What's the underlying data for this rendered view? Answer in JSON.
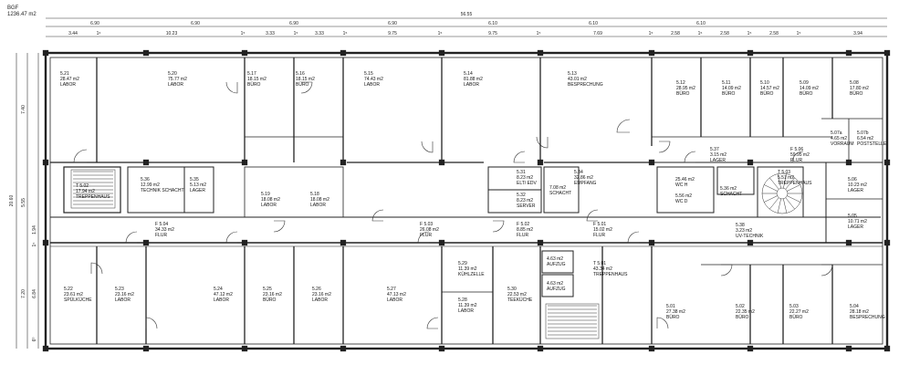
{
  "header": {
    "code": "BGF",
    "area": "1236.47 m2"
  },
  "dimensions": {
    "overall_width": "56.55",
    "top_row": [
      "6.90",
      "6.90",
      "6.90",
      "6.90",
      "6.10",
      "6.10",
      "6.10"
    ],
    "second_row": [
      "3.44",
      "1⁶",
      "10.23",
      "1⁵",
      "3.33",
      "1⁵",
      "3.33",
      "1⁵",
      "9.75",
      "1⁵",
      "9.75",
      "1⁵",
      "7.69",
      "1⁵",
      "2.58",
      "1⁵",
      "2.58",
      "1⁵",
      "2.58",
      "1⁵",
      "3.94"
    ],
    "left_overall": "20.60",
    "left_segments": [
      "7.40",
      "5.55",
      "7.20"
    ],
    "left_sub": [
      "1.94",
      "1⁵",
      "6.84",
      "6⁰"
    ]
  },
  "rooms": [
    {
      "id": "5.21",
      "area": "28.47 m2",
      "use": "LABOR"
    },
    {
      "id": "5.20",
      "area": "75.77 m2",
      "use": "LABOR"
    },
    {
      "id": "5.17",
      "area": "18.15 m2",
      "use": "BÜRO"
    },
    {
      "id": "5.16",
      "area": "18.15 m2",
      "use": "BÜRO"
    },
    {
      "id": "5.15",
      "area": "74.43 m2",
      "use": "LABOR"
    },
    {
      "id": "5.14",
      "area": "81.88 m2",
      "use": "LABOR"
    },
    {
      "id": "5.13",
      "area": "43.01 m2",
      "use": "BESPRECHUNG"
    },
    {
      "id": "5.12",
      "area": "28.95 m2",
      "use": "BÜRO"
    },
    {
      "id": "5.11",
      "area": "14.09 m2",
      "use": "BÜRO"
    },
    {
      "id": "5.10",
      "area": "14.57 m2",
      "use": "BÜRO"
    },
    {
      "id": "5.09",
      "area": "14.09 m2",
      "use": "BÜRO"
    },
    {
      "id": "5.08",
      "area": "17.80 m2",
      "use": "BÜRO"
    },
    {
      "id": "5.07a",
      "area": "4.65 m2",
      "use": "VORRAUM"
    },
    {
      "id": "5.07b",
      "area": "6.54 m2",
      "use": "POSTSTELLE"
    },
    {
      "id": "5.37",
      "area": "3.15 m2",
      "use": "LAGER"
    },
    {
      "id": "F 5.06",
      "area": "59.95 m2",
      "use": "FLUR"
    },
    {
      "id": "5.36",
      "area": "12.99 m2",
      "use": "TECHNIK SCHACHT"
    },
    {
      "id": "5.35",
      "area": "5.13 m2",
      "use": "LAGER"
    },
    {
      "id": "T 5.02",
      "area": "17.94 m2",
      "use": "TREPPENHAUS"
    },
    {
      "id": "5.19",
      "area": "18.08 m2",
      "use": "LABOR"
    },
    {
      "id": "5.18",
      "area": "18.08 m2",
      "use": "LABOR"
    },
    {
      "id": "5.31",
      "area": "8.23 m2",
      "use": "ELT/ EDV"
    },
    {
      "id": "5.32",
      "area": "8.23 m2",
      "use": "SERVER"
    },
    {
      "id": "",
      "area": "7.08 m2",
      "use": "SCHACHT"
    },
    {
      "id": "5.34",
      "area": "32.86 m2",
      "use": "EMPFANG"
    },
    {
      "id": "",
      "area": "25.46 m2",
      "use": "WC H"
    },
    {
      "id": "",
      "area": "5.56 m2",
      "use": "WC D"
    },
    {
      "id": "",
      "area": "5.36 m2",
      "use": "SCHACHT"
    },
    {
      "id": "T 5.03",
      "area": "5.51 m2",
      "use": "TREPPENHAUS"
    },
    {
      "id": "5.06",
      "area": "10.23 m2",
      "use": "LAGER"
    },
    {
      "id": "5.05",
      "area": "10.71 m2",
      "use": "LAGER"
    },
    {
      "id": "5.38",
      "area": "3.23 m2",
      "use": "UV-TECHNIK"
    },
    {
      "id": "F 5.04",
      "area": "34.33 m2",
      "use": "FLUR"
    },
    {
      "id": "F 5.03",
      "area": "26.08 m2",
      "use": "FLUR"
    },
    {
      "id": "F 5.02",
      "area": "8.85 m2",
      "use": "FLUR"
    },
    {
      "id": "F 5.01",
      "area": "15.02 m2",
      "use": "FLUR"
    },
    {
      "id": "5.22",
      "area": "23.61 m2",
      "use": "SPÜLKÜCHE"
    },
    {
      "id": "5.23",
      "area": "23.16 m2",
      "use": "LABOR"
    },
    {
      "id": "5.24",
      "area": "47.12 m2",
      "use": "LABOR"
    },
    {
      "id": "5.25",
      "area": "23.16 m2",
      "use": "BÜRO"
    },
    {
      "id": "5.26",
      "area": "23.16 m2",
      "use": "LABOR"
    },
    {
      "id": "5.27",
      "area": "47.13 m2",
      "use": "LABOR"
    },
    {
      "id": "5.29",
      "area": "11.39 m2",
      "use": "KÜHLZELLE"
    },
    {
      "id": "5.28",
      "area": "11.39 m2",
      "use": "LABOR"
    },
    {
      "id": "5.30",
      "area": "22.53 m2",
      "use": "TEEKÜCHE"
    },
    {
      "id": "",
      "area": "4.63 m2",
      "use": "AUFZUG"
    },
    {
      "id": "",
      "area": "4.63 m2",
      "use": "AUFZUG"
    },
    {
      "id": "T 5.01",
      "area": "43.34 m2",
      "use": "TREPPENHAUS"
    },
    {
      "id": "5.01",
      "area": "27.38 m2",
      "use": "BÜRO"
    },
    {
      "id": "5.02",
      "area": "22.35 m2",
      "use": "BÜRO"
    },
    {
      "id": "5.03",
      "area": "22.27 m2",
      "use": "BÜRO"
    },
    {
      "id": "5.04",
      "area": "28.18 m2",
      "use": "BESPRECHUNG"
    }
  ]
}
